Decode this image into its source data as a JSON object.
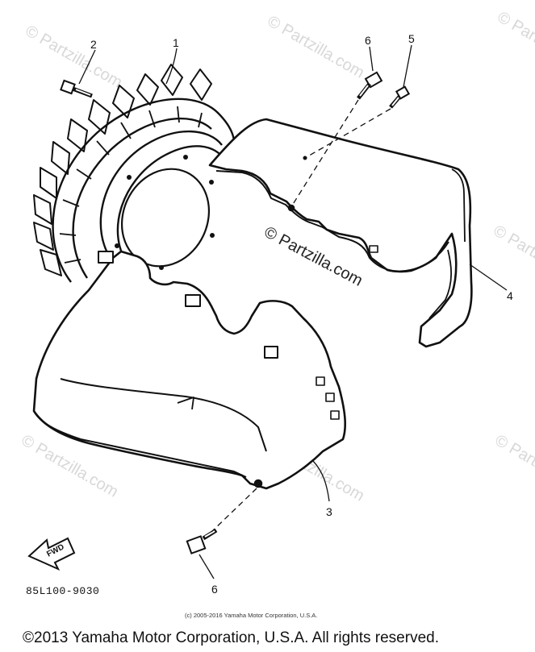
{
  "callouts": [
    "1",
    "2",
    "3",
    "4",
    "5",
    "6",
    "6"
  ],
  "watermark": {
    "center": "© Partzilla.com",
    "faded": "© Partzilla.com"
  },
  "fwd_label": "FWD",
  "ref_code": "85L100-9030",
  "small_copyright": "(c) 2005-2016 Yamaha Motor Corporation, U.S.A.",
  "footer_copyright": "©2013 Yamaha Motor Corporation, U.S.A. All rights reserved."
}
